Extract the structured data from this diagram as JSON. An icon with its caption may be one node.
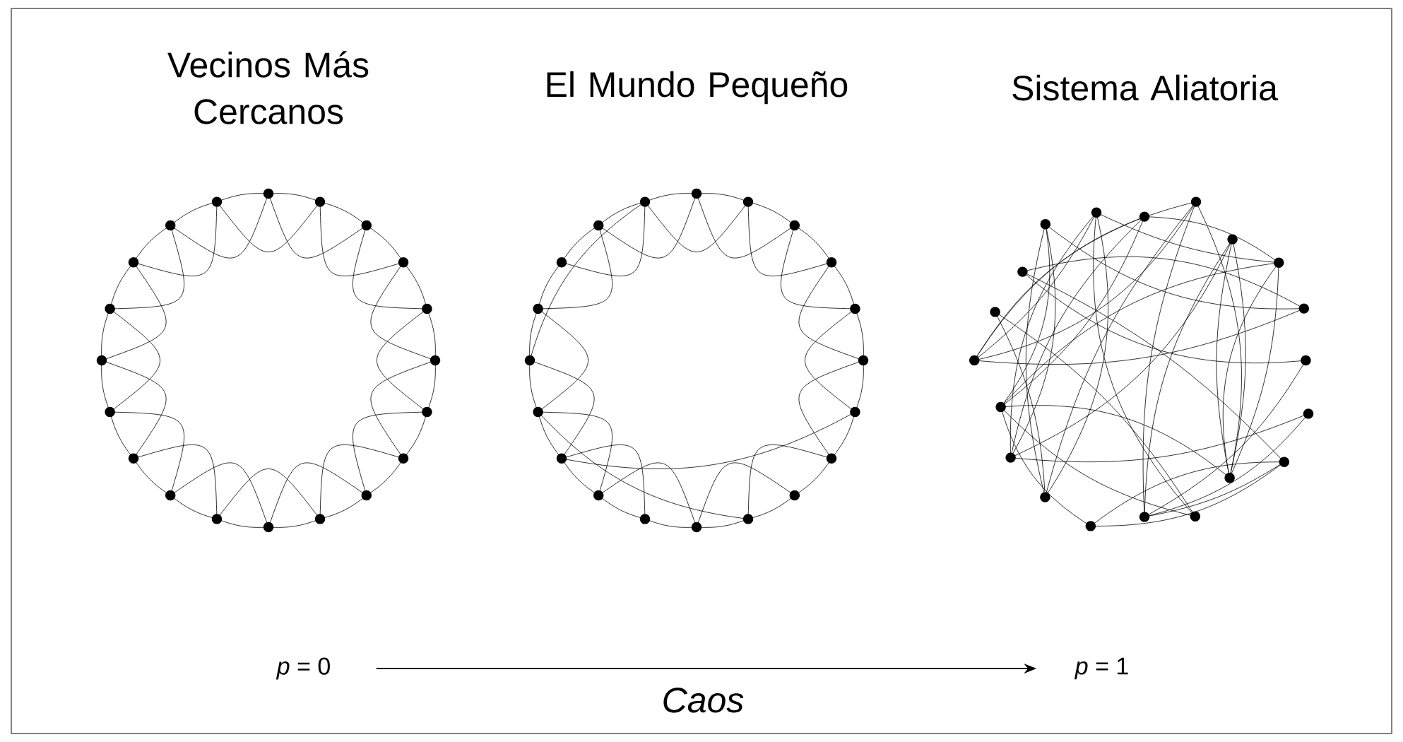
{
  "diagram": {
    "nodes": [
      {
        "text": [
          "*p* = 0"
        ]
      },
      {
        "text": [
          "*p* = 1"
        ]
      }
    ],
    "edges": [
      {
        "from": 0,
        "to": 1,
        "arrow": "to",
        "label": "Caos"
      }
    ],
    "labels": [
      "Vecinos Más Cercanos",
      "El Mundo Pequeño",
      "Sistema Aliatoria"
    ]
  }
}
